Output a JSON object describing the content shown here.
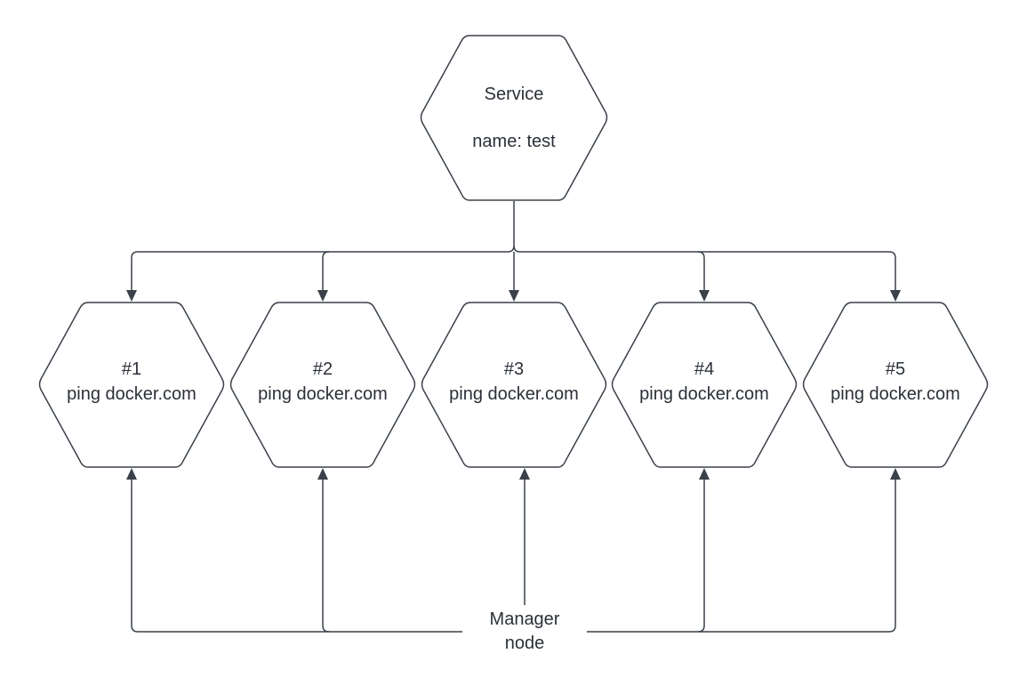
{
  "diagram": {
    "service": {
      "title": "Service",
      "subtitle": "name: test"
    },
    "tasks": [
      {
        "id": "#1",
        "command": "ping docker.com"
      },
      {
        "id": "#2",
        "command": "ping docker.com"
      },
      {
        "id": "#3",
        "command": "ping docker.com"
      },
      {
        "id": "#4",
        "command": "ping docker.com"
      },
      {
        "id": "#5",
        "command": "ping docker.com"
      }
    ],
    "manager": {
      "line1": "Manager",
      "line2": "node"
    }
  },
  "colors": {
    "stroke": "#3a414a",
    "text": "#2b3038",
    "background": "#ffffff"
  }
}
